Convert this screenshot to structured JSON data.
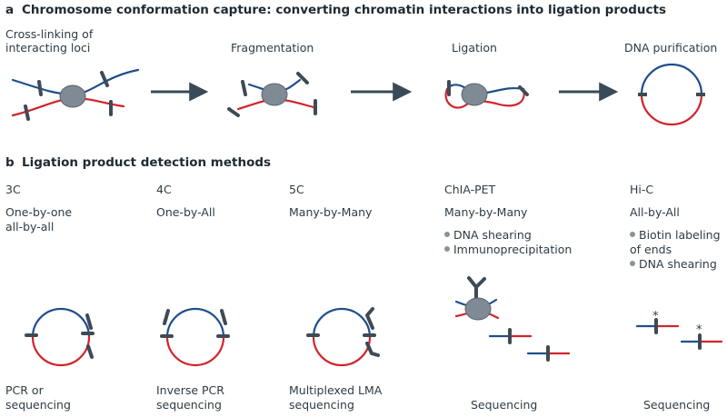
{
  "panel_a": {
    "letter": "a",
    "title": "Chromosome conformation capture: converting chromatin interactions into ligation products",
    "steps": [
      {
        "line1": "Cross-linking of",
        "line2": "interacting loci"
      },
      {
        "line1": "Fragmentation",
        "line2": ""
      },
      {
        "line1": "Ligation",
        "line2": ""
      },
      {
        "line1": "DNA purification",
        "line2": ""
      }
    ]
  },
  "panel_b": {
    "letter": "b",
    "title": "Ligation product detection methods",
    "methods": [
      {
        "name": "3C",
        "scope1": "One-by-one",
        "scope2": "all-by-all",
        "bullets": [],
        "detect1": "PCR or",
        "detect2": "sequencing"
      },
      {
        "name": "4C",
        "scope1": "One-by-All",
        "scope2": "",
        "bullets": [],
        "detect1": "Inverse PCR",
        "detect2": "sequencing"
      },
      {
        "name": "5C",
        "scope1": "Many-by-Many",
        "scope2": "",
        "bullets": [],
        "detect1": "Multiplexed LMA",
        "detect2": "sequencing"
      },
      {
        "name": "ChIA-PET",
        "scope1": "Many-by-Many",
        "scope2": "",
        "bullets": [
          "DNA shearing",
          "Immunoprecipitation"
        ],
        "detect1": "",
        "detect2": "Sequencing"
      },
      {
        "name": "Hi-C",
        "scope1": "All-by-All",
        "scope2": "",
        "bullets": [
          "Biotin labeling",
          "of ends",
          "DNA shearing"
        ],
        "detect1": "",
        "detect2": "Sequencing"
      }
    ],
    "biotin_mark": "*"
  },
  "colors": {
    "blue_strand": "#1f4e8c",
    "red_strand": "#d2232a",
    "protein": "#7f8a94",
    "marker": "#3e4a55",
    "arrow": "#3b4a57"
  }
}
